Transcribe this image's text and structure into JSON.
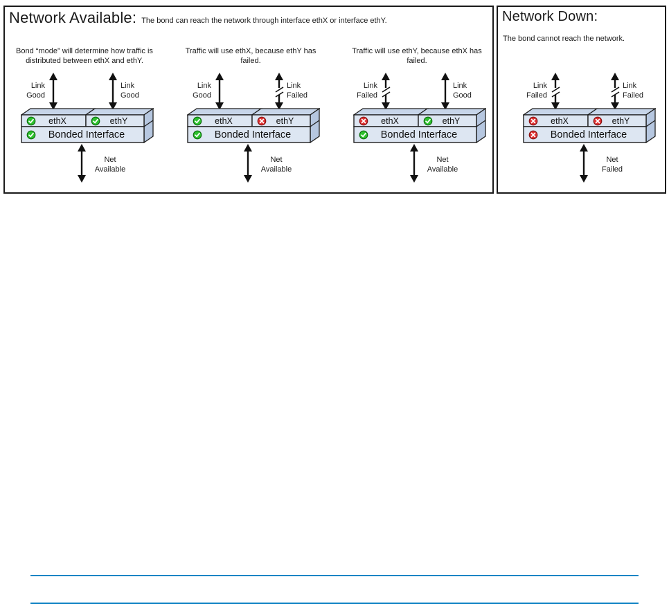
{
  "colors": {
    "panel_border": "#1a1a1a",
    "box_top_face": "#c7d5e9",
    "box_side_face": "#b6c7e0",
    "box_front_face": "#dde6f2",
    "status_good": "#2ec22e",
    "status_failed": "#e03131",
    "divider_blue": "#1585c5"
  },
  "icons": {
    "good": "check-circle-green",
    "failed": "x-circle-red",
    "link_good": "double-arrow-vertical",
    "link_failed": "double-arrow-vertical-broken"
  },
  "available_panel": {
    "title": "Network Available:",
    "subtitle": "The bond can reach the network through interface ethX or interface ethY.",
    "blocks": [
      {
        "description": "Bond “mode” will determine how traffic is distributed between ethX and ethY.",
        "left_link": {
          "line1": "Link",
          "line2": "Good",
          "status": "good"
        },
        "right_link": {
          "line1": "Link",
          "line2": "Good",
          "status": "good"
        },
        "eth_x": {
          "label": "ethX",
          "status": "good"
        },
        "eth_y": {
          "label": "ethY",
          "status": "good"
        },
        "bond": {
          "label": "Bonded Interface",
          "status": "good"
        },
        "net": {
          "line1": "Net",
          "line2": "Available",
          "status": "good"
        }
      },
      {
        "description": "Traffic will use ethX, because ethY has failed.",
        "left_link": {
          "line1": "Link",
          "line2": "Good",
          "status": "good"
        },
        "right_link": {
          "line1": "Link",
          "line2": "Failed",
          "status": "failed"
        },
        "eth_x": {
          "label": "ethX",
          "status": "good"
        },
        "eth_y": {
          "label": "ethY",
          "status": "failed"
        },
        "bond": {
          "label": "Bonded Interface",
          "status": "good"
        },
        "net": {
          "line1": "Net",
          "line2": "Available",
          "status": "good"
        }
      },
      {
        "description": "Traffic will use ethY, because ethX has failed.",
        "left_link": {
          "line1": "Link",
          "line2": "Failed",
          "status": "failed"
        },
        "right_link": {
          "line1": "Link",
          "line2": "Good",
          "status": "good"
        },
        "eth_x": {
          "label": "ethX",
          "status": "failed"
        },
        "eth_y": {
          "label": "ethY",
          "status": "good"
        },
        "bond": {
          "label": "Bonded Interface",
          "status": "good"
        },
        "net": {
          "line1": "Net",
          "line2": "Available",
          "status": "good"
        }
      }
    ]
  },
  "down_panel": {
    "title": "Network Down:",
    "subtitle": "The bond cannot reach the network.",
    "block": {
      "left_link": {
        "line1": "Link",
        "line2": "Failed",
        "status": "failed"
      },
      "right_link": {
        "line1": "Link",
        "line2": "Failed",
        "status": "failed"
      },
      "eth_x": {
        "label": "ethX",
        "status": "failed"
      },
      "eth_y": {
        "label": "ethY",
        "status": "failed"
      },
      "bond": {
        "label": "Bonded Interface",
        "status": "failed"
      },
      "net": {
        "line1": "Net",
        "line2": "Failed",
        "status": "failed"
      }
    }
  }
}
